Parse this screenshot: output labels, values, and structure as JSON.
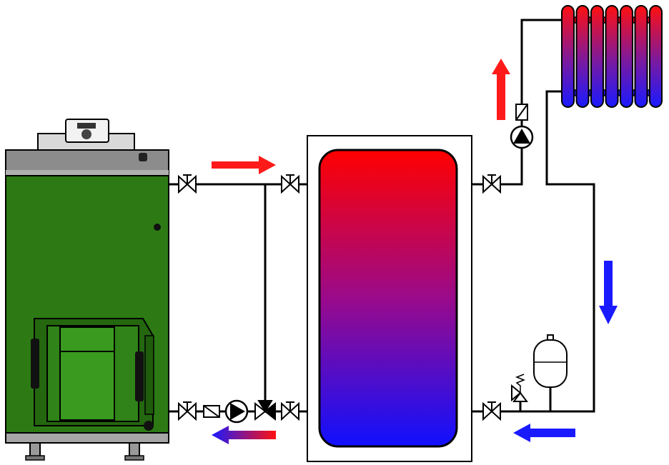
{
  "colors": {
    "background": "#ffffff",
    "pipe": "#000000",
    "hot": "#ff0000",
    "cold": "#0000ff",
    "boiler_body": "#2d7a14",
    "boiler_top": "#8a8a8a",
    "tank_shell": "#ffffff"
  },
  "icons": {
    "boiler": "boiler-icon",
    "controller": "controller-icon",
    "buffer_tank": "buffer-tank-icon",
    "radiator": "radiator-icon",
    "expansion_vessel": "expansion-vessel-icon",
    "safety_valve": "safety-valve-icon",
    "pump": "circulation-pump-icon",
    "check_valve": "check-valve-icon",
    "mixing_valve": "three-way-valve-icon",
    "shutoff_valve": "shutoff-valve-icon",
    "flow_arrow": "flow-arrow-icon"
  },
  "flows": [
    {
      "id": "boiler-supply",
      "direction": "right",
      "color": "hot"
    },
    {
      "id": "boiler-return",
      "direction": "left",
      "color": "mixed"
    },
    {
      "id": "heating-supply",
      "direction": "up",
      "color": "hot"
    },
    {
      "id": "heating-return-down",
      "direction": "down",
      "color": "cold"
    },
    {
      "id": "heating-return-left",
      "direction": "left",
      "color": "cold"
    }
  ],
  "radiator": {
    "sections": 7
  }
}
